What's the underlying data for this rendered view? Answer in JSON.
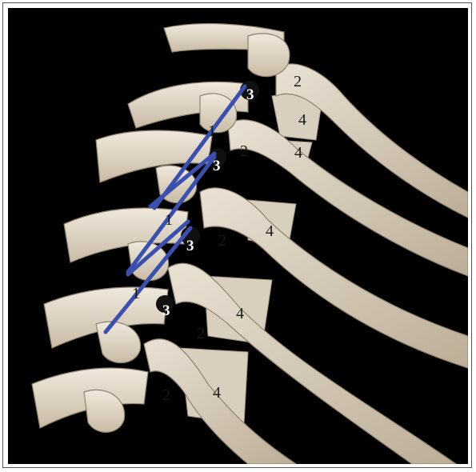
{
  "figure": {
    "labels": {
      "facet": "1",
      "rib": "2",
      "head": "3",
      "neck": "4"
    },
    "colors": {
      "background": "#000000",
      "bone": "#e8e0d2",
      "bone_shadow": "#b9ad98",
      "joint_line": "#3a4fb0"
    }
  }
}
